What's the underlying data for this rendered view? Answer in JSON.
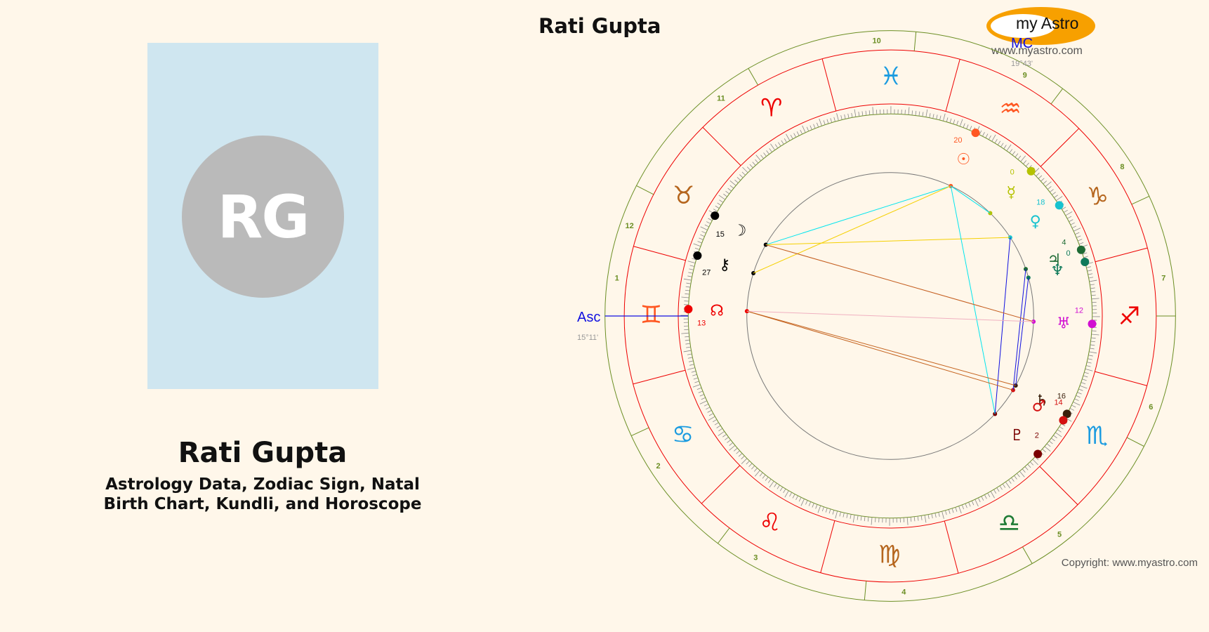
{
  "profile": {
    "initials": "RG",
    "name": "Rati Gupta",
    "subtitle_line1": "Astrology Data, Zodiac Sign, Natal",
    "subtitle_line2": "Birth Chart, Kundli, and Horoscope",
    "photo_bg": "#cfe6f0",
    "avatar_bg": "#bababa"
  },
  "chart": {
    "title": "Rati Gupta",
    "asc_label": "Asc",
    "asc_degree": "15°11'",
    "mc_label": "MC",
    "mc_degree": "19°43'"
  },
  "branding": {
    "logo_text": "my Astro",
    "logo_url": "www.myastro.com",
    "copyright": "Copyright: www.myastro.com",
    "logo_color": "#f7a000"
  },
  "chart_data": {
    "type": "natal-wheel",
    "ascendant": {
      "sign": "Gemini",
      "degree": "15°11'"
    },
    "midheaven": {
      "sign": "Aquarius",
      "degree": "19°43'"
    },
    "signs": [
      "Aries",
      "Taurus",
      "Gemini",
      "Cancer",
      "Leo",
      "Virgo",
      "Libra",
      "Scorpio",
      "Sagittarius",
      "Capricorn",
      "Aquarius",
      "Pisces"
    ],
    "houses": [
      "1",
      "2",
      "3",
      "4",
      "5",
      "6",
      "7",
      "8",
      "9",
      "10",
      "11",
      "12"
    ],
    "planets": [
      {
        "name": "Sun",
        "glyph": "☉",
        "deg": 20,
        "min": 11,
        "color": "#ff5722"
      },
      {
        "name": "Mercury",
        "glyph": "☿",
        "deg": 0,
        "min": 59,
        "color": "#b5c200"
      },
      {
        "name": "Venus",
        "glyph": "♀",
        "deg": 18,
        "min": 22,
        "color": "#17c2cf"
      },
      {
        "name": "Jupiter",
        "glyph": "♃",
        "deg": 4,
        "min": 17,
        "color": "#1e6b34"
      },
      {
        "name": "Neptune",
        "glyph": "♆",
        "deg": 0,
        "min": 40,
        "color": "#0f7a5a"
      },
      {
        "name": "Uranus",
        "glyph": "♅",
        "deg": 12,
        "min": 57,
        "color": "#d10fd1"
      },
      {
        "name": "Saturn",
        "glyph": "♄",
        "deg": 16,
        "min": 12,
        "color": "#3a1e0a"
      },
      {
        "name": "Mars",
        "glyph": "♂",
        "deg": 14,
        "min": 8,
        "color": "#d41010"
      },
      {
        "name": "Pluto",
        "glyph": "♇",
        "deg": 2,
        "min": 8,
        "color": "#7a0000"
      },
      {
        "name": "Moon",
        "glyph": "☽",
        "deg": 15,
        "min": 23,
        "color": "#000000"
      },
      {
        "name": "Chiron",
        "glyph": "⚷",
        "deg": 27,
        "min": 46,
        "color": "#000000"
      },
      {
        "name": "North Node",
        "glyph": "☊",
        "deg": 13,
        "min": 15,
        "color": "#e00000"
      }
    ]
  }
}
